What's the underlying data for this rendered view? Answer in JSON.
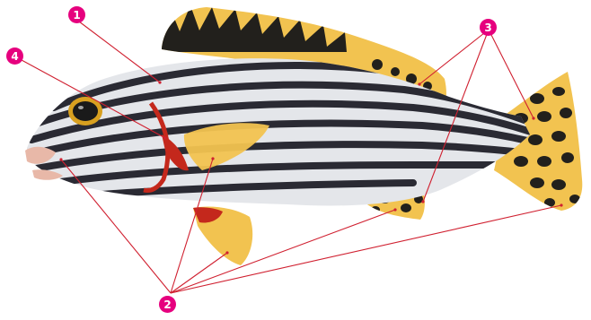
{
  "callouts": [
    {
      "id": "1",
      "label": "1"
    },
    {
      "id": "2",
      "label": "2"
    },
    {
      "id": "3",
      "label": "3"
    },
    {
      "id": "4",
      "label": "4"
    }
  ],
  "colors": {
    "callout": "#e6007e",
    "leader_line": "#d02030",
    "body_light": "#e4e6ea",
    "stripe_dark": "#2a2a33",
    "fin_yellow": "#f2c350",
    "spot_dark": "#22201c",
    "operculum_red": "#c4281c"
  },
  "icons": {
    "fish": "striped-sweetlips-illustration"
  }
}
